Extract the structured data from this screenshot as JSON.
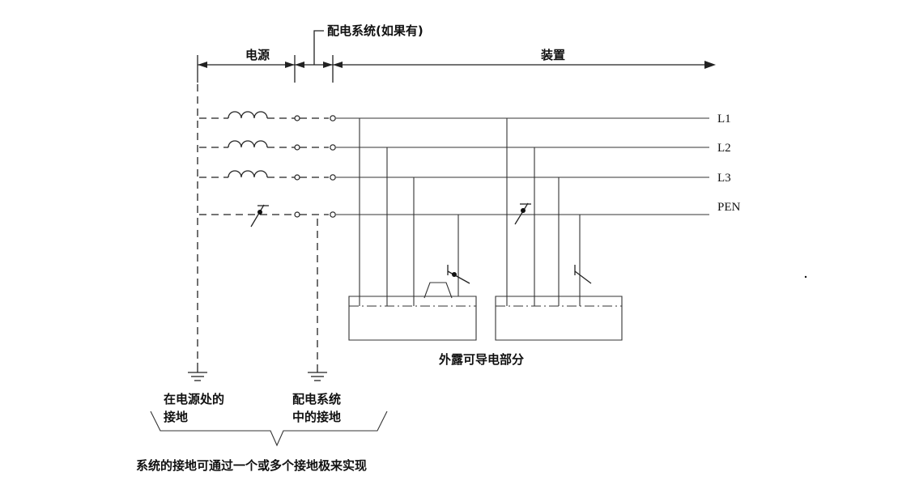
{
  "labels": {
    "distribution_title": "配电系统(如果有)",
    "source": "电源",
    "installation": "装置",
    "exposed_parts": "外露可导电部分",
    "earth_at_source_line1": "在电源处的",
    "earth_at_source_line2": "接地",
    "earth_in_distribution_line1": "配电系统",
    "earth_in_distribution_line2": "中的接地",
    "footer_note": "系统的接地可通过一个或多个接地极来实现"
  },
  "conductors": [
    "L1",
    "L2",
    "L3",
    "PEN"
  ]
}
